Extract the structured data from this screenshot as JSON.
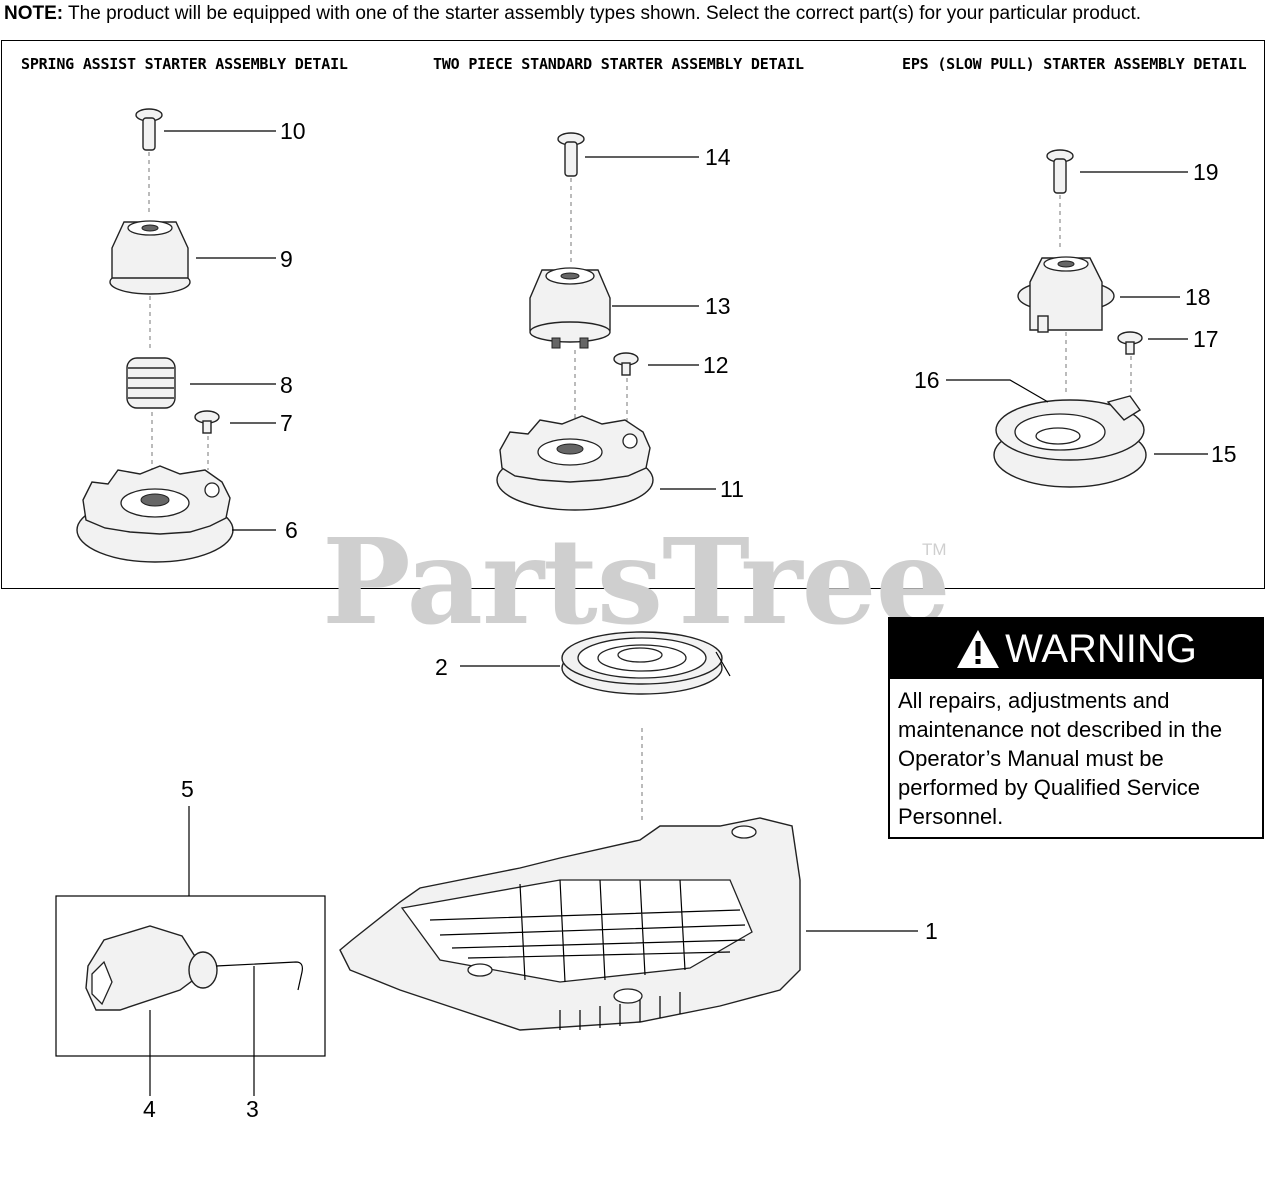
{
  "note": {
    "label": "NOTE:",
    "text": " The product will be equipped with one of the starter assembly types shown. Select the correct part(s) for your particular product."
  },
  "detail_titles": {
    "spring_assist": "SPRING ASSIST STARTER ASSEMBLY DETAIL",
    "two_piece": "TWO PIECE STANDARD STARTER ASSEMBLY DETAIL",
    "eps": "EPS (SLOW PULL) STARTER ASSEMBLY DETAIL"
  },
  "callouts": {
    "c1": "1",
    "c2": "2",
    "c3": "3",
    "c4": "4",
    "c5": "5",
    "c6": "6",
    "c7": "7",
    "c8": "8",
    "c9": "9",
    "c10": "10",
    "c11": "11",
    "c12": "12",
    "c13": "13",
    "c14": "14",
    "c15": "15",
    "c16": "16",
    "c17": "17",
    "c18": "18",
    "c19": "19"
  },
  "watermark": {
    "text": "PartsTree",
    "tm": "TM"
  },
  "warning": {
    "title": "WARNING",
    "body": "All repairs, adjustments and maintenance not described in the Operator’s Manual must be performed by Qualified Service Personnel."
  }
}
